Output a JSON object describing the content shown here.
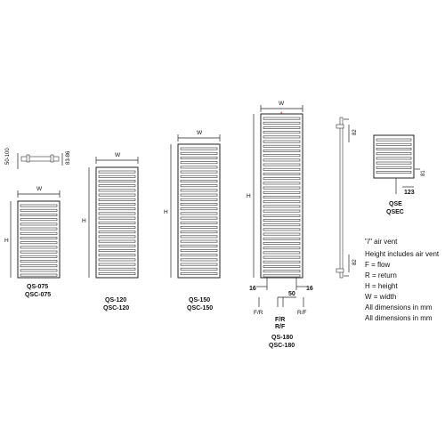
{
  "models": {
    "qs075": {
      "name1": "QS-075",
      "name2": "QSC-075",
      "w": "W",
      "h": "H"
    },
    "qs120": {
      "name1": "QS-120",
      "name2": "QSC-120",
      "w": "W",
      "h": "H"
    },
    "qs150": {
      "name1": "QS-150",
      "name2": "QSC-150",
      "w": "W",
      "h": "H"
    },
    "qs180": {
      "name1": "QS-180",
      "name2": "QSC-180",
      "w": "W",
      "h": "H",
      "d16a": "16",
      "d16b": "16",
      "d50": "50",
      "fr1": "F/R",
      "fr2": "F/R",
      "rf1": "R/F",
      "rf2": "R/F"
    },
    "qse": {
      "name1": "QSE",
      "name2": "QSEC",
      "d82": "82",
      "d81": "81",
      "d123": "123"
    }
  },
  "top_view": {
    "dim_a": "50-100",
    "dim_b": "83-86"
  },
  "side_view": {
    "d82": "82"
  },
  "legend": [
    "\"/\" air vent",
    "Height includes air vent",
    "F = flow",
    "R = return",
    "H = height",
    "W = width",
    "All dimensions in mm",
    "All dimensions in mm"
  ],
  "colors": {
    "line": "#222222",
    "accent": "#cc0000"
  }
}
